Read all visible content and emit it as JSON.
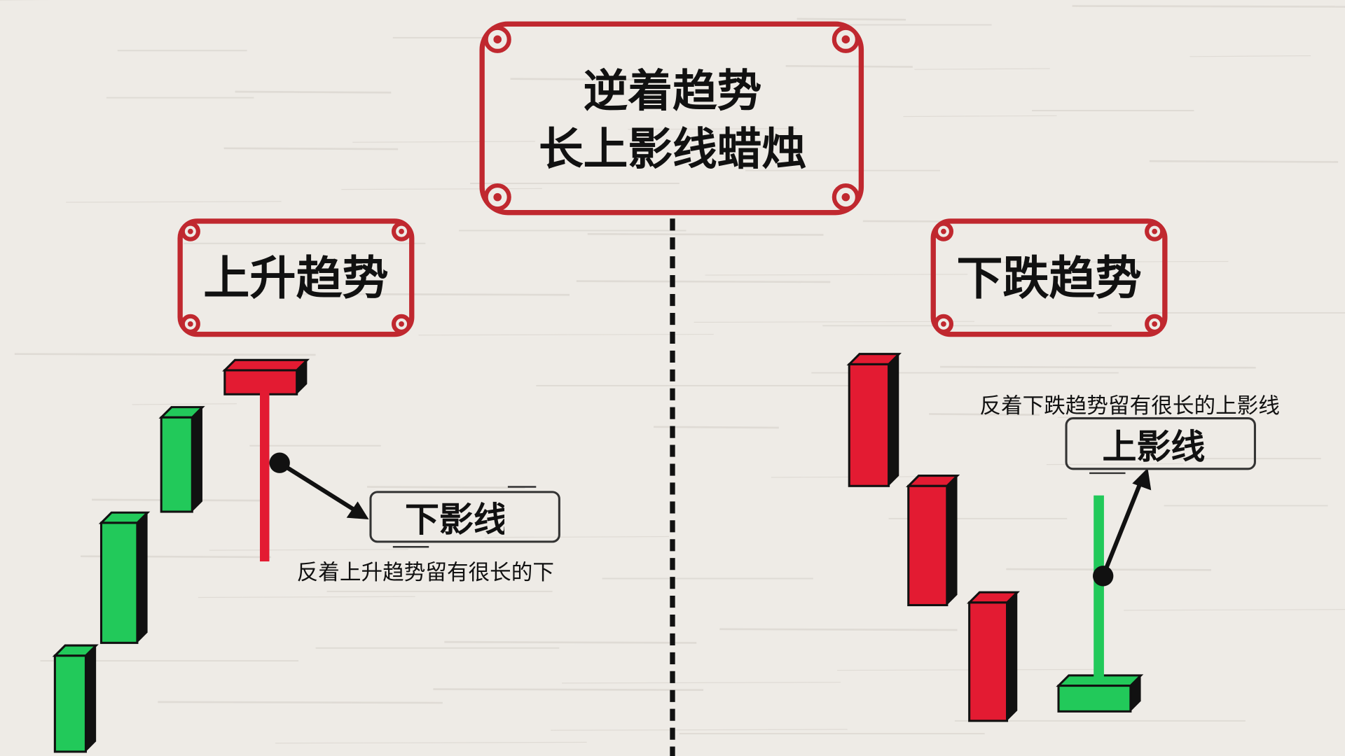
{
  "title": {
    "line1": "逆着趋势",
    "line2": "长上影线蜡烛"
  },
  "left": {
    "heading": "上升趋势",
    "label": "下影线",
    "caption": "反着上升趋势留有很长的下"
  },
  "right": {
    "heading": "下跌趋势",
    "label": "上影线",
    "caption": "反着下跌趋势留有很长的上影线"
  },
  "colors": {
    "frame": "#c0282f",
    "bull": "#22c95a",
    "bear": "#e31b32",
    "ink": "#111111",
    "background": "#eeebe6"
  }
}
